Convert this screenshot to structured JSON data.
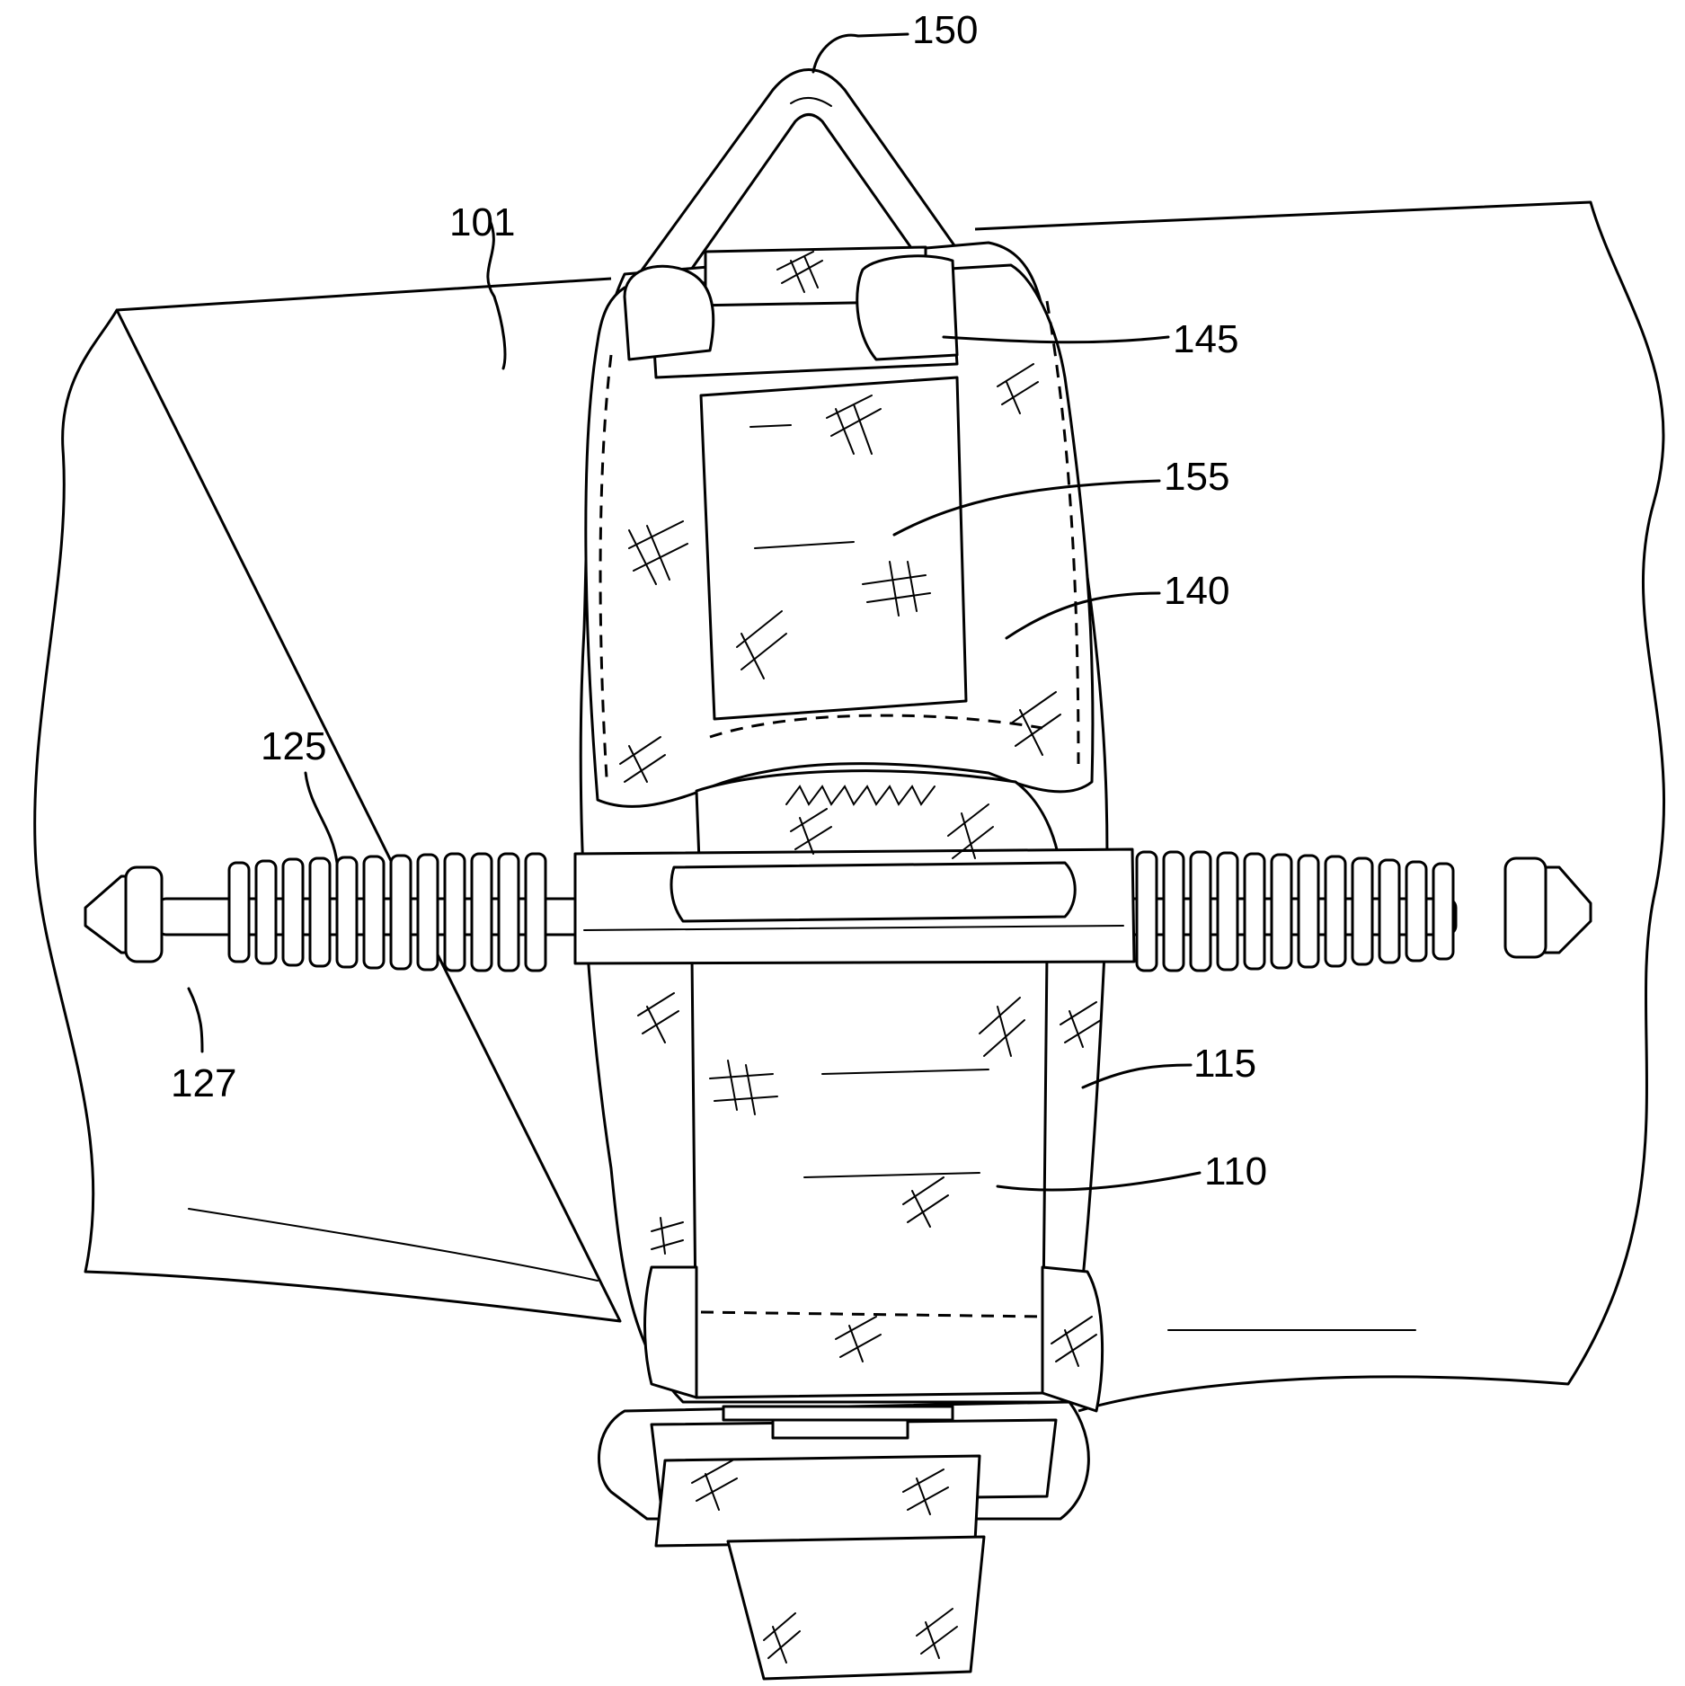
{
  "figure": {
    "labels": {
      "l101": "101",
      "l150": "150",
      "l145": "145",
      "l155": "155",
      "l140": "140",
      "l125": "125",
      "l127": "127",
      "l115": "115",
      "l110": "110"
    }
  }
}
